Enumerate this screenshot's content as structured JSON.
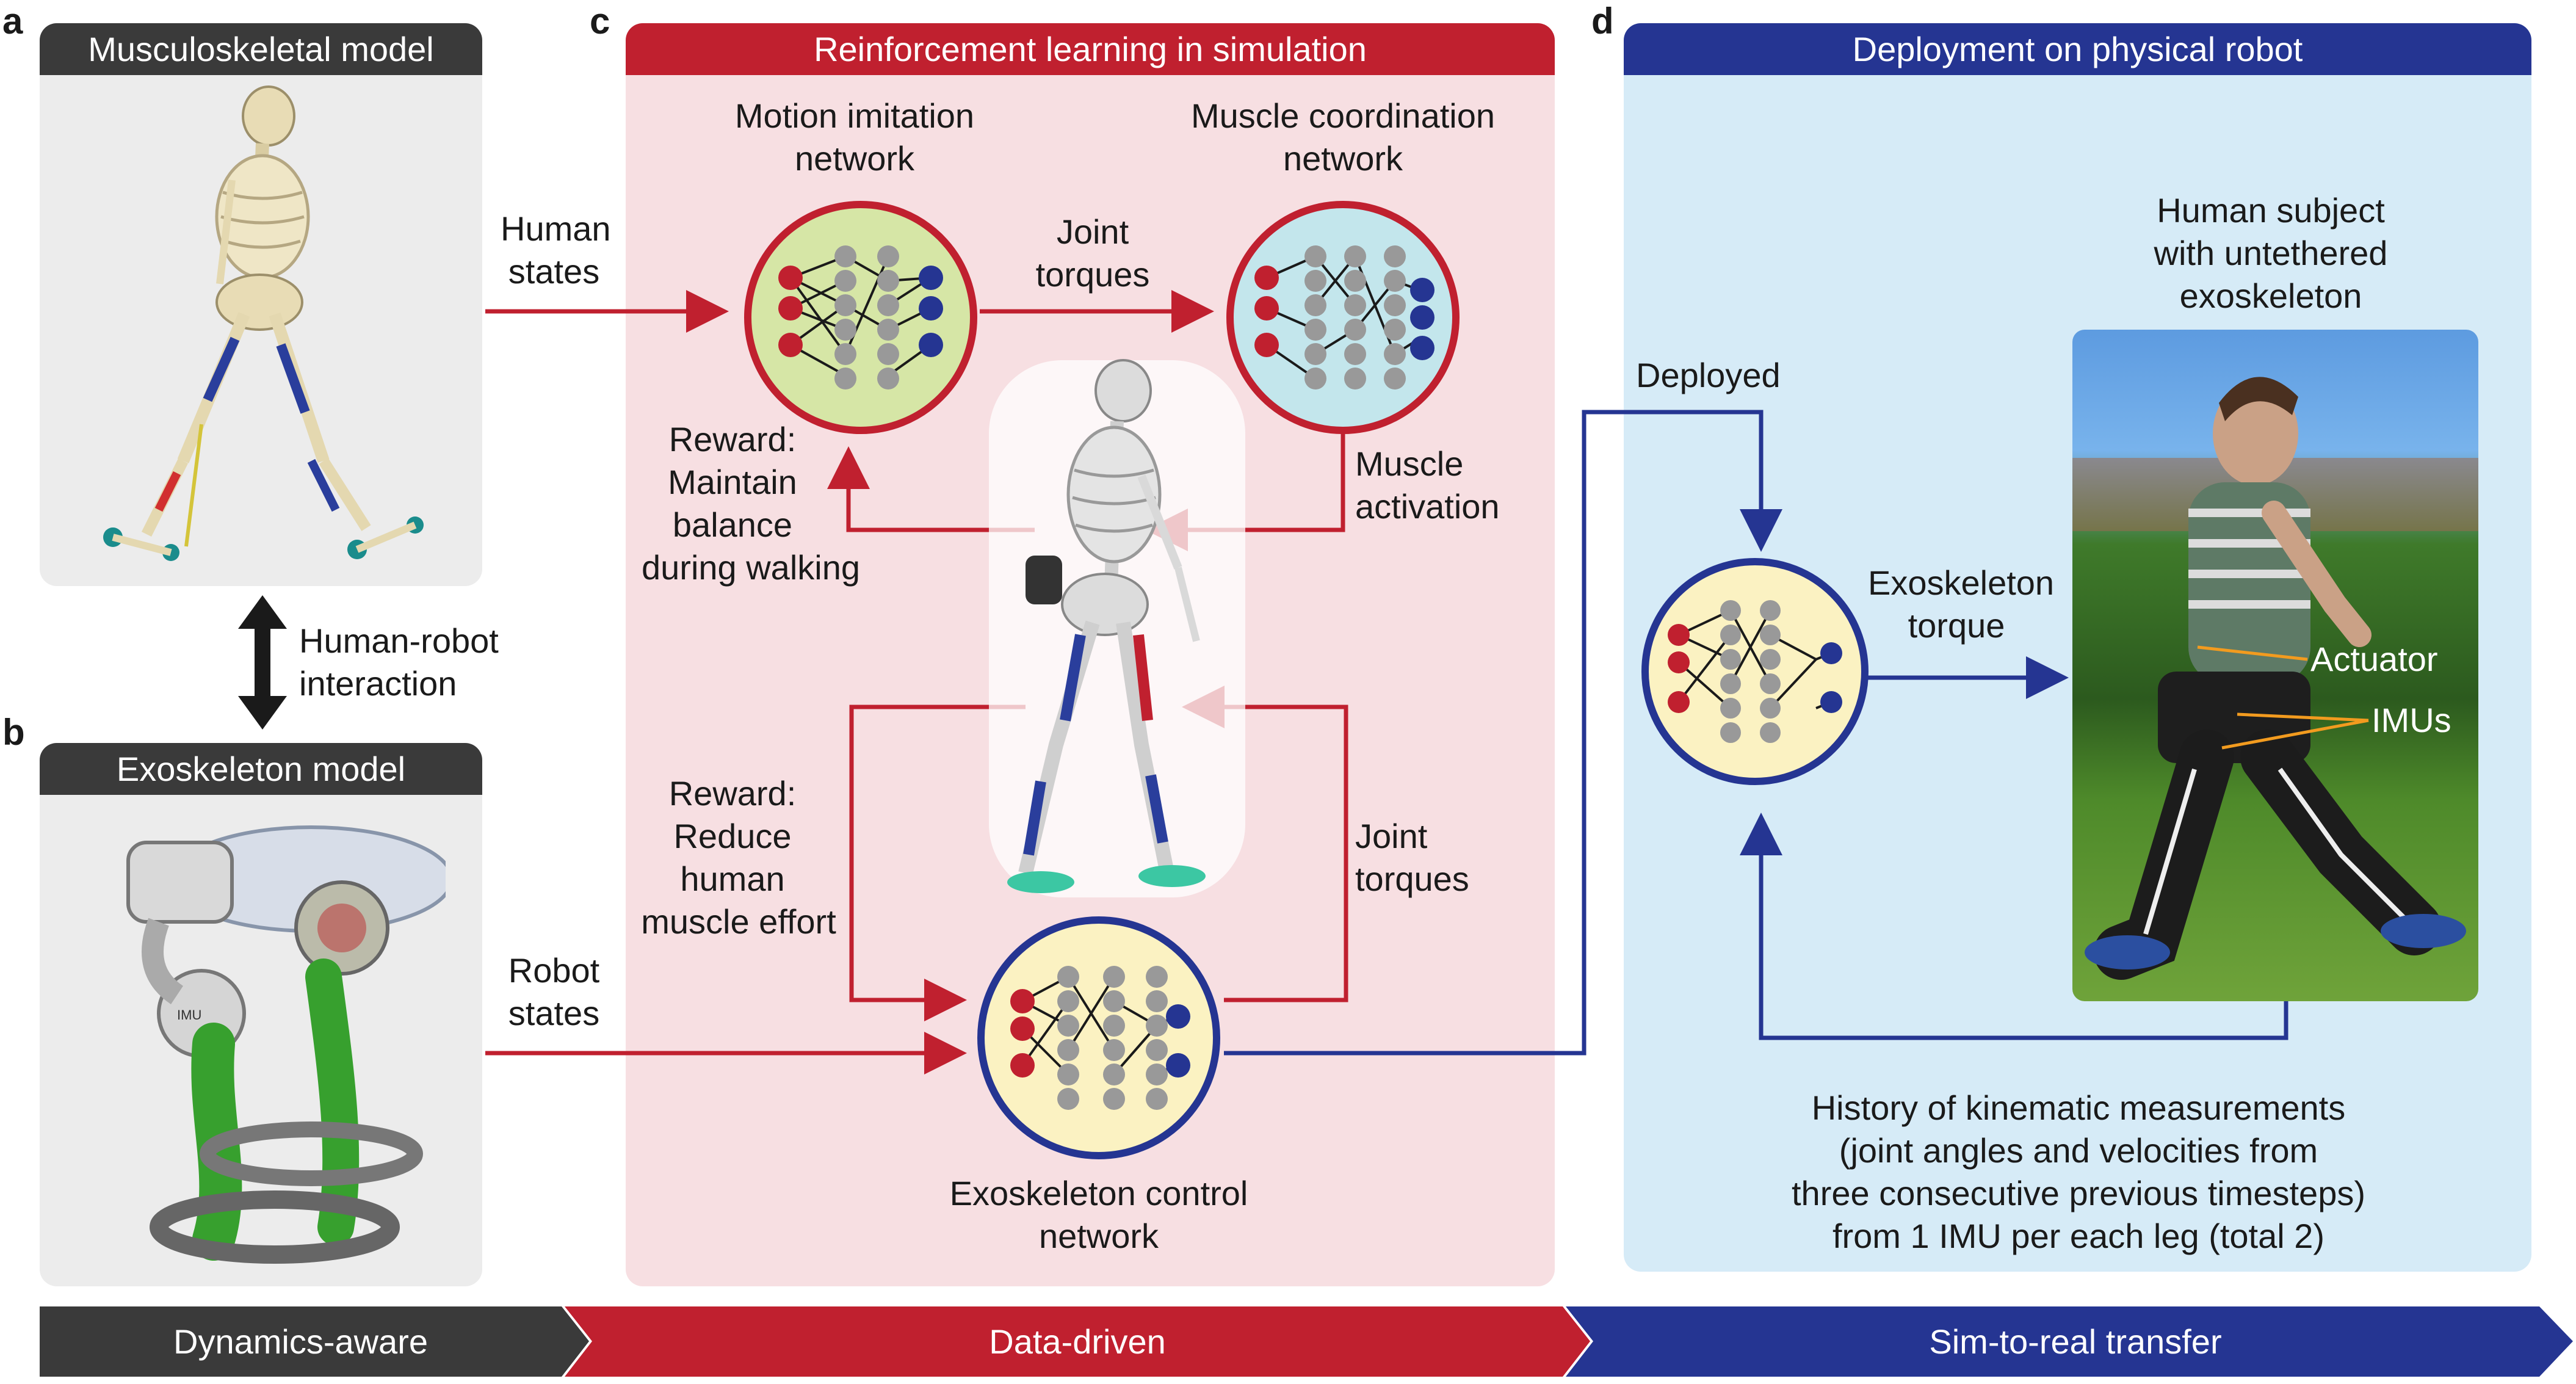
{
  "panels": {
    "a": {
      "letter": "a",
      "title": "Musculoskeletal model"
    },
    "b": {
      "letter": "b",
      "title": "Exoskeleton model"
    },
    "c": {
      "letter": "c",
      "title": "Reinforcement learning in simulation"
    },
    "d": {
      "letter": "d",
      "title": "Deployment on physical robot"
    }
  },
  "interaction": {
    "line1": "Human-robot",
    "line2": "interaction"
  },
  "labels": {
    "human_states": [
      "Human",
      "states"
    ],
    "robot_states": [
      "Robot",
      "states"
    ],
    "motion_net": [
      "Motion imitation",
      "network"
    ],
    "muscle_net": [
      "Muscle coordination",
      "network"
    ],
    "joint_torques_top": [
      "Joint",
      "torques"
    ],
    "reward_balance": [
      "Reward:",
      "Maintain",
      "balance",
      "during walking"
    ],
    "muscle_activation": [
      "Muscle",
      "activation"
    ],
    "reward_effort": [
      "Reward:",
      "Reduce",
      "human",
      "muscle effort"
    ],
    "joint_torques_right": [
      "Joint",
      "torques"
    ],
    "exo_net": [
      "Exoskeleton control",
      "network"
    ],
    "deployed": "Deployed",
    "exo_torque": [
      "Exoskeleton",
      "torque"
    ],
    "human_subject": [
      "Human subject",
      "with untethered",
      "exoskeleton"
    ],
    "actuator": "Actuator",
    "imus": "IMUs",
    "history": [
      "History of kinematic measurements",
      "(joint angles and velocities from",
      "three consecutive previous timesteps)",
      "from 1 IMU per each leg (total 2)"
    ]
  },
  "bottom_bar": [
    "Dynamics-aware",
    "Data-driven",
    "Sim-to-real transfer"
  ],
  "colors": {
    "red": "#c0202f",
    "blue": "#253592",
    "dark": "#3a3a3a",
    "pink_bg": "#f7dfe2",
    "blue_bg": "#d6ebf7",
    "gray_bg": "#ececec",
    "green_circle": "#d6e6a6",
    "cyan_circle": "#c3e6ec",
    "yellow_circle": "#fbf2c2"
  },
  "icons": [
    "double-arrow-icon",
    "skeleton-figure-icon",
    "exoskeleton-render-icon",
    "neural-network-icon",
    "walking-person-photo"
  ]
}
